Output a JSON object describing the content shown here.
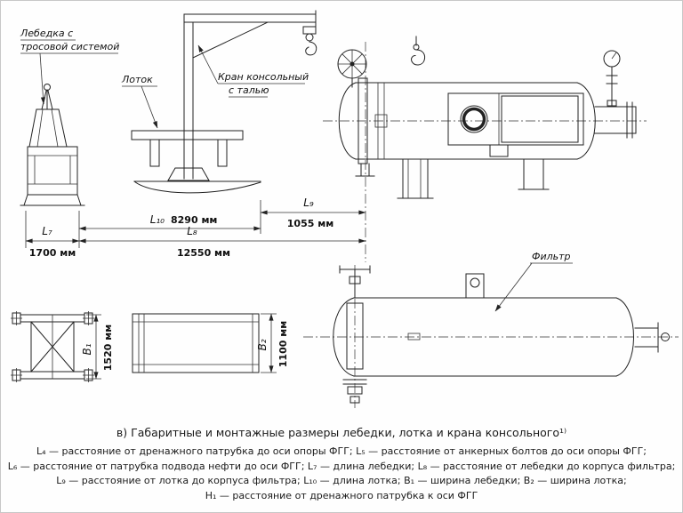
{
  "callouts": {
    "winch_line1": "Лебедка с",
    "winch_line2": "тросовой системой",
    "tray": "Лоток",
    "crane_line1": "Кран консольный",
    "crane_line2": "с талью",
    "filter": "Фильтр"
  },
  "dimensions": {
    "l7": {
      "label": "L₇",
      "value": "1700 мм"
    },
    "l8": {
      "label": "L₈",
      "value": "12550 мм"
    },
    "l9": {
      "label": "L₉",
      "value": "1055 мм"
    },
    "l10": {
      "label": "L₁₀",
      "value": "8290 мм"
    },
    "b1": {
      "label": "В₁",
      "value": "1520 мм"
    },
    "b2": {
      "label": "В₂",
      "value": "1100 мм"
    }
  },
  "caption": "в) Габаритные и монтажные размеры лебедки, лотка и крана консольного¹⁾",
  "legend": [
    "L₄ — расстояние от дренажного патрубка до оси опоры ФГГ; L₅ — расстояние от анкерных болтов до оси опоры ФГГ;",
    "L₆ — расстояние от патрубка подвода нефти до оси ФГГ; L₇ — длина лебедки; L₈ — расстояние от лебедки до корпуса фильтра;",
    "L₉ — расстояние от лотка до корпуса фильтра; L₁₀ — длина лотка; В₁ — ширина лебедки; В₂ — ширина лотка;",
    "Н₁ — расстояние от дренажного патрубка к оси ФГГ"
  ]
}
